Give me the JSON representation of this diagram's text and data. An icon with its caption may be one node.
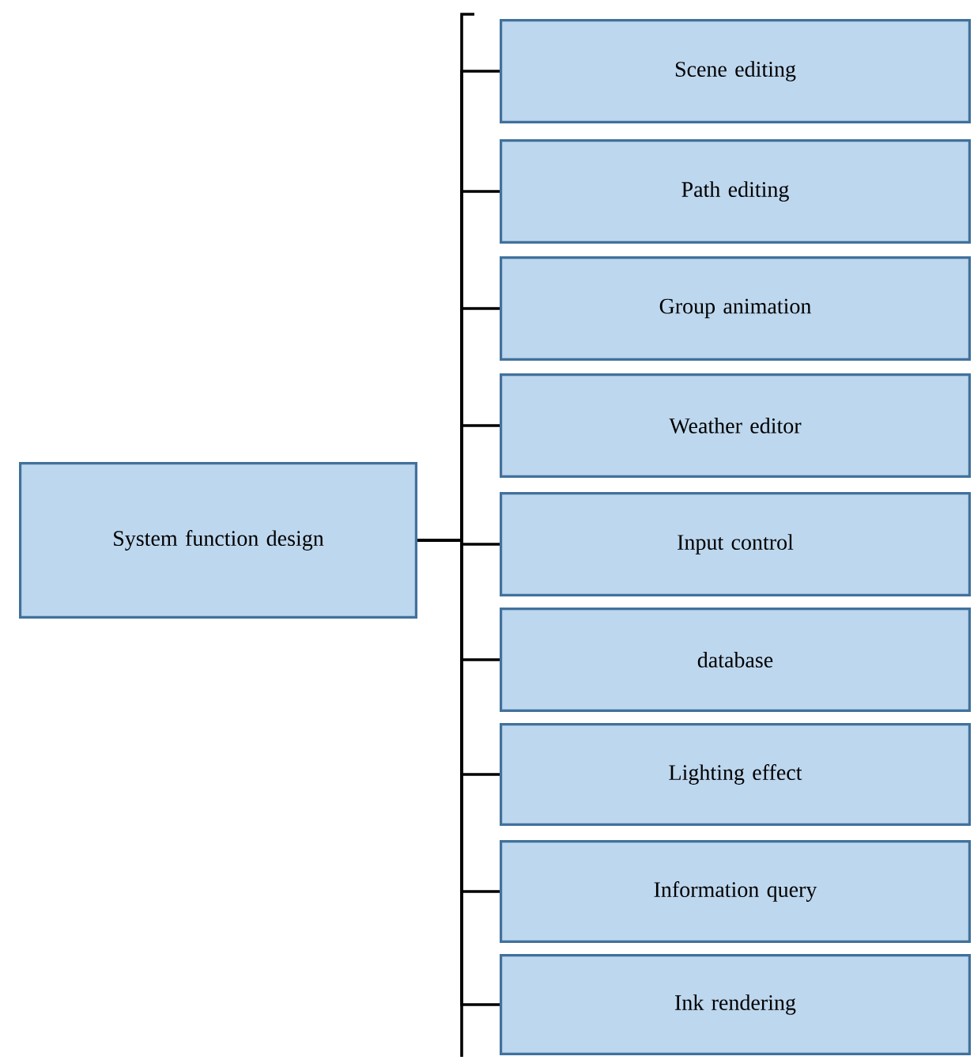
{
  "diagram": {
    "nodes": [
      {
        "text": [
          "System function design"
        ]
      },
      {
        "text": [
          "Scene editing"
        ]
      },
      {
        "text": [
          "Path editing"
        ]
      },
      {
        "text": [
          "Group animation"
        ]
      },
      {
        "text": [
          "Weather editor"
        ]
      },
      {
        "text": [
          "Input control"
        ]
      },
      {
        "text": [
          "database"
        ]
      },
      {
        "text": [
          "Lighting effect"
        ]
      },
      {
        "text": [
          "Information query"
        ]
      },
      {
        "text": [
          "Ink rendering"
        ]
      }
    ],
    "edges": [
      {
        "from": 0,
        "to": 1,
        "arrow": "none"
      },
      {
        "from": 0,
        "to": 2,
        "arrow": "none"
      },
      {
        "from": 0,
        "to": 3,
        "arrow": "none"
      },
      {
        "from": 0,
        "to": 4,
        "arrow": "none"
      },
      {
        "from": 0,
        "to": 5,
        "arrow": "none"
      },
      {
        "from": 0,
        "to": 6,
        "arrow": "none"
      },
      {
        "from": 0,
        "to": 7,
        "arrow": "none"
      },
      {
        "from": 0,
        "to": 8,
        "arrow": "none"
      },
      {
        "from": 0,
        "to": 9,
        "arrow": "none"
      }
    ]
  }
}
